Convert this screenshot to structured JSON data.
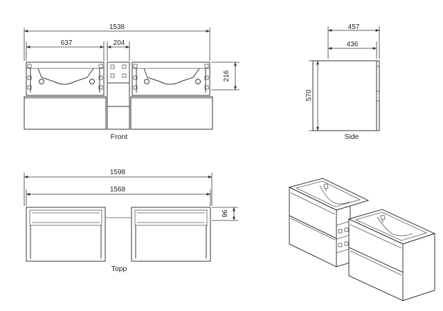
{
  "dimensions": {
    "front_total_width": "1538",
    "front_basin_width": "637",
    "front_center_width": "204",
    "front_basin_height": "216",
    "side_total_depth": "457",
    "side_inner_depth": "436",
    "side_height": "570",
    "top_outer_width": "1598",
    "top_inner_width": "1568",
    "top_rim_depth": "96"
  },
  "captions": {
    "front": "Front",
    "side": "Side",
    "top": "Topp"
  }
}
